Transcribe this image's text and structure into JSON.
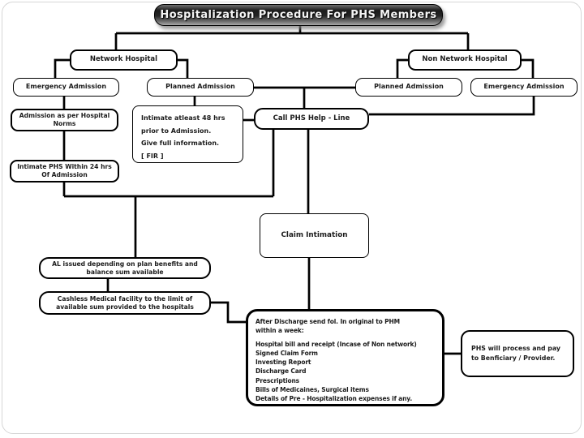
{
  "title": "Hospitalization Procedure For PHS Members",
  "nodes": {
    "network_hospital": {
      "label": "Network Hospital"
    },
    "non_network_hospital": {
      "label": "Non Network Hospital"
    },
    "emergency_admission_left": {
      "label": "Emergency Admission"
    },
    "planned_admission_left": {
      "label": "Planned Admission"
    },
    "planned_admission_right": {
      "label": "Planned Admission"
    },
    "emergency_admission_right": {
      "label": "Emergency Admission"
    },
    "admission_norms": {
      "lines": [
        "Admission as per Hospital",
        "Norms"
      ]
    },
    "intimate_48hrs": {
      "lines": [
        "Intimate atleast 48 hrs",
        "prior to Admission.",
        "Give full information.",
        "[ FIR ]"
      ]
    },
    "call_phs_helpline": {
      "label": "Call PHS Help - Line"
    },
    "intimate_24hrs": {
      "lines": [
        "Intimate PHS Within 24 hrs",
        "Of Admission"
      ]
    },
    "claim_intimation": {
      "label": "Claim Intimation"
    },
    "al_issued": {
      "lines": [
        "AL issued depending on plan benefits and",
        "balance sum available"
      ]
    },
    "cashless_facility": {
      "lines": [
        "Cashless Medical facility to the limit of",
        "available sum provided to the hospitals"
      ]
    },
    "after_discharge": {
      "heading": [
        "After Discharge send fol. In original to PHM",
        "within a week:"
      ],
      "items": [
        "Hospital bill and receipt (Incase of Non network)",
        "Signed Claim Form",
        "Investing Report",
        "Discharge Card",
        "Prescriptions",
        "Bills of Medicaines, Surgical items",
        "Details of Pre - Hospitalization expenses if any."
      ]
    },
    "phs_process": {
      "lines": [
        "PHS will process and pay",
        "to Benficiary / Provider."
      ]
    }
  },
  "colors": {
    "connector": "#000000",
    "box_border": "#000000",
    "box_fill": "#ffffff",
    "title_text": "#f4f4f4",
    "title_gradient": [
      "#707070",
      "#1b1b1b",
      "#a9a9a9"
    ]
  }
}
